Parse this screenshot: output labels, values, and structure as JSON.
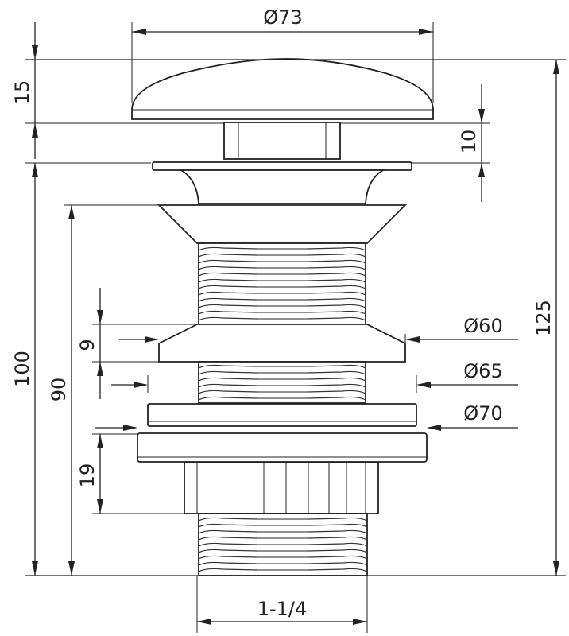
{
  "title": "",
  "dimensions": {
    "cap_diameter": "Ø73",
    "cap_height": "15",
    "gap_height": "10",
    "total_height": "125",
    "body_height_100": "100",
    "body_height_90": "90",
    "flange_height": "9",
    "upper_flange_diameter": "Ø60",
    "middle_diameter": "Ø65",
    "washer_diameter": "Ø70",
    "nut_height": "19",
    "thread_size": "1-1/4"
  },
  "colors": {
    "line": "#222222",
    "background": "#ffffff"
  }
}
